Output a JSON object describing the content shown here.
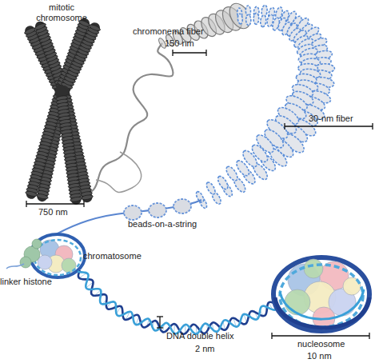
{
  "diagram": {
    "labels": [
      "mitotic chromosome",
      "chromonema fiber",
      "150 nm",
      "30-nm fiber",
      "750 nm",
      "beads-on-a-string",
      "chromatosome",
      "linker histone",
      "DNA double helix",
      "2 nm",
      "nucleosome",
      "10 nm"
    ]
  }
}
